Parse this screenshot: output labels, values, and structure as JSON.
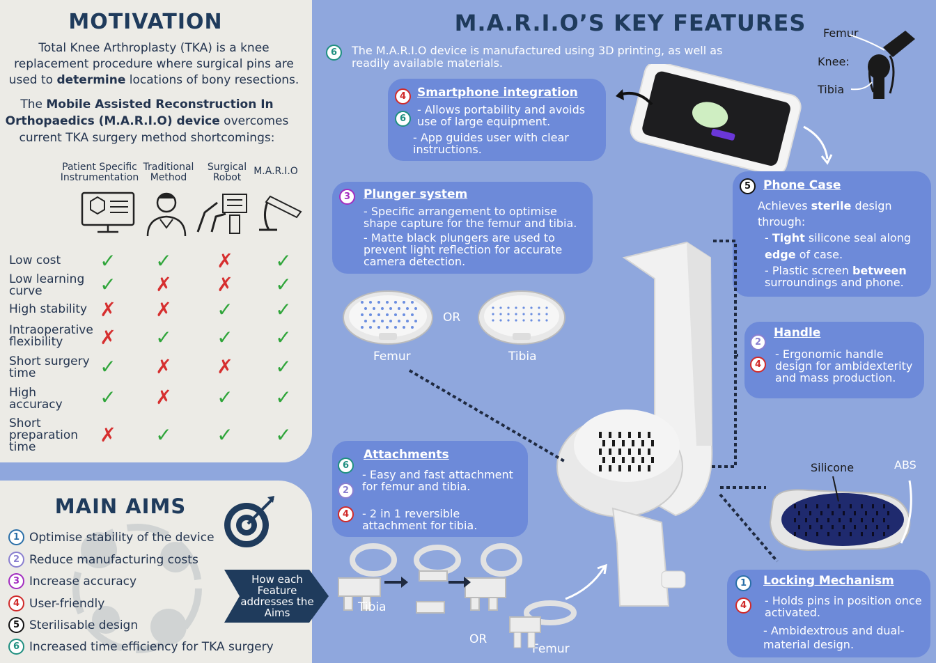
{
  "motivation": {
    "title": "MOTIVATION",
    "para1_a": "Total Knee Arthroplasty (TKA) is a knee replacement procedure where surgical pins are used to ",
    "para1_b": "determine",
    "para1_c": " locations of bony resections.",
    "para2_a": "The ",
    "para2_b": "Mobile Assisted Reconstruction In Orthopaedics (M.A.R.I.O) device",
    "para2_c": " overcomes current TKA surgery method shortcomings:",
    "columns": [
      "Patient Specific Instrumentation",
      "Traditional Method",
      "Surgical Robot",
      "M.A.R.I.O"
    ],
    "rows": [
      {
        "label": "Low cost",
        "marks": [
          "✓",
          "✓",
          "✗",
          "✓"
        ]
      },
      {
        "label": "Low learning curve",
        "marks": [
          "✓",
          "✗",
          "✗",
          "✓"
        ]
      },
      {
        "label": "High stability",
        "marks": [
          "✗",
          "✗",
          "✓",
          "✓"
        ]
      },
      {
        "label": "Intraoperative flexibility",
        "marks": [
          "✗",
          "✓",
          "✓",
          "✓"
        ]
      },
      {
        "label": "Short surgery time",
        "marks": [
          "✓",
          "✗",
          "✗",
          "✓"
        ]
      },
      {
        "label": "High accuracy",
        "marks": [
          "✓",
          "✗",
          "✓",
          "✓"
        ]
      },
      {
        "label": "Short preparation time",
        "marks": [
          "✗",
          "✓",
          "✓",
          "✓"
        ]
      }
    ]
  },
  "aims": {
    "title": "MAIN AIMS",
    "items": [
      {
        "num": "1",
        "text": "Optimise stability of the device"
      },
      {
        "num": "2",
        "text": "Reduce manufacturing costs"
      },
      {
        "num": "3",
        "text": "Increase accuracy"
      },
      {
        "num": "4",
        "text": "User-friendly"
      },
      {
        "num": "5",
        "text": "Sterilisable design"
      },
      {
        "num": "6",
        "text": "Increased time efficiency for TKA surgery"
      }
    ],
    "arrow_text": "How each Feature addresses the Aims"
  },
  "features": {
    "title": "M.A.R.I.O’S KEY FEATURES",
    "intro_num": "6",
    "intro": "The M.A.R.I.O device is manufactured using 3D printing, as well as readily available materials.",
    "smartphone": {
      "nums": [
        "4",
        "6"
      ],
      "title": "Smartphone integration",
      "line1": "- Allows portability and avoids use of large equipment.",
      "line2": "- App guides user with clear instructions."
    },
    "plunger": {
      "nums": [
        "3"
      ],
      "title": "Plunger system",
      "line1": "- Specific arrangement to optimise shape capture for the femur and tibia.",
      "line2": "- Matte black plungers are used to prevent light reflection for accurate camera detection."
    },
    "phonecase": {
      "nums": [
        "5"
      ],
      "title": "Phone Case",
      "line0_a": "Achieves ",
      "line0_b": "sterile",
      "line0_c": " design through:",
      "line1_a": "- ",
      "line1_b": "Tight",
      "line1_c": " silicone seal along ",
      "line1_d": "edge",
      "line1_e": " of case.",
      "line2_a": "- Plastic screen ",
      "line2_b": "between",
      "line2_c": " surroundings and phone."
    },
    "handle": {
      "nums": [
        "2",
        "4"
      ],
      "title": "Handle",
      "line1": "- Ergonomic handle design for ambidexterity and mass production."
    },
    "attachments": {
      "nums": [
        "6",
        "2",
        "4"
      ],
      "title": "Attachments",
      "line1": "- Easy and fast attachment for femur and tibia.",
      "line2": "- 2 in 1 reversible attachment for tibia."
    },
    "locking": {
      "nums": [
        "1",
        "4"
      ],
      "title": "Locking Mechanism",
      "line1": "- Holds pins in position once activated.",
      "line2": "- Ambidextrous and dual-material design."
    }
  },
  "labels": {
    "femur": "Femur",
    "tibia": "Tibia",
    "or": "OR",
    "knee_femur": "Femur",
    "knee": "Knee:",
    "knee_tibia": "Tibia",
    "silicone": "Silicone",
    "abs": "ABS",
    "att_tibia": "Tibia",
    "att_or": "OR",
    "att_femur": "Femur"
  },
  "colors": {
    "navy": "#1f3b5c",
    "panel_blue": "#8fa7dd",
    "box_blue": "#6d8ad9",
    "cream": "#ecebe6",
    "check": "#2fa53a",
    "cross": "#d62f2f"
  }
}
